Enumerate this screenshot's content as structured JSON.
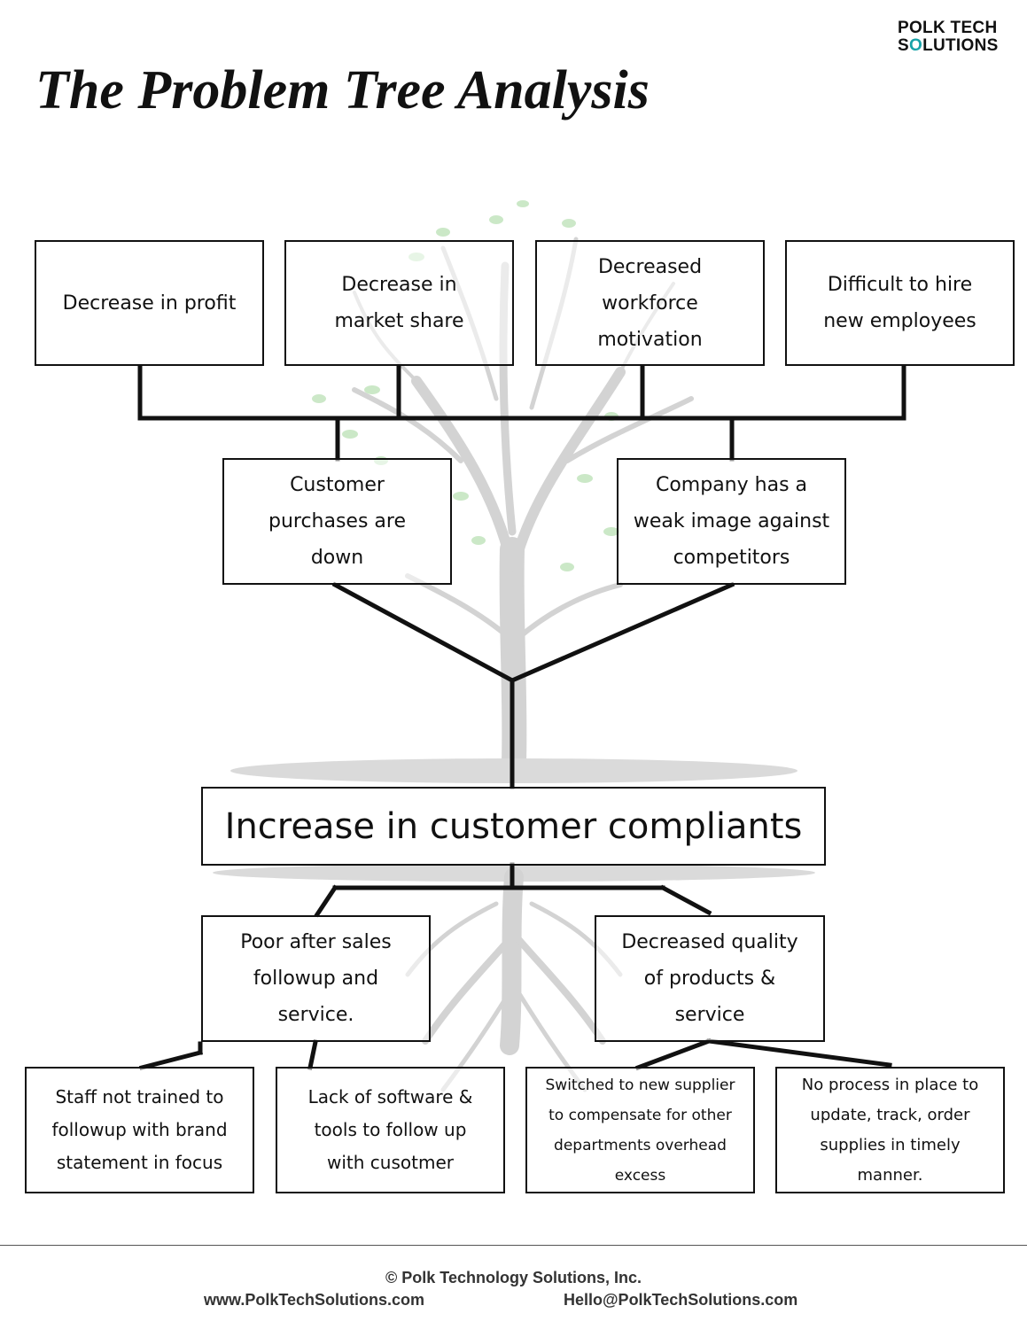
{
  "logo": {
    "line1": "POLK TECH",
    "line2_s": "S",
    "line2_o": "O",
    "line2_rest": "LUTIONS"
  },
  "title": "The Problem Tree Analysis",
  "colors": {
    "accent": "#17a2a8",
    "tree_trunk": "#c9c9c9",
    "leaves": "#bfe3bc",
    "lines": "#111111"
  },
  "effects": [
    "Decrease in profit",
    "Decrease in\nmarket share",
    "Decreased\nworkforce\nmotivation",
    "Difficult to hire\nnew employees"
  ],
  "mid_effects": [
    "Customer\npurchases are\ndown",
    "Company has a\nweak image against\ncompetitors"
  ],
  "core_problem": "Increase in customer compliants",
  "causes": [
    "Poor after sales\nfollowup and\nservice.",
    "Decreased quality\nof products &\nservice"
  ],
  "root_causes": [
    "Staff not trained to\nfollowup with brand\nstatement in focus",
    "Lack of software &\ntools to follow up\nwith cusotmer",
    "Switched to new supplier\nto compensate for other\ndepartments overhead\nexcess",
    "No process in place to\nupdate, track, order\nsupplies in timely\nmanner."
  ],
  "footer": {
    "copyright": "© Polk Technology Solutions, Inc.",
    "website": "www.PolkTechSolutions.com",
    "email": "Hello@PolkTechSolutions.com"
  }
}
